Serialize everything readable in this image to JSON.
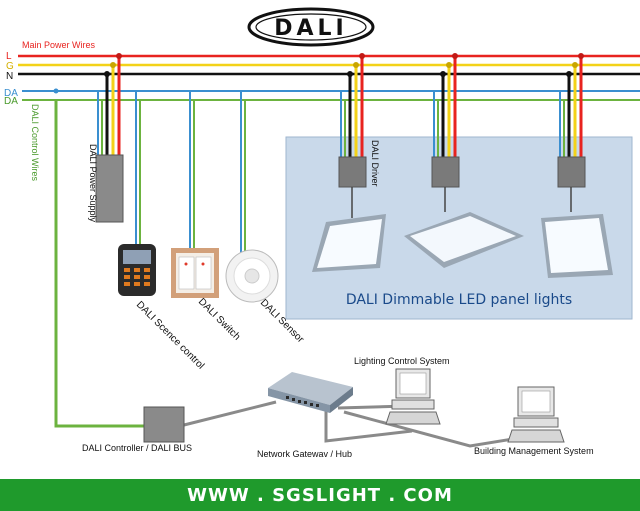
{
  "logo": {
    "text": "DALI"
  },
  "wires": {
    "main_power": "Main Power Wires",
    "L": "L",
    "G": "G",
    "N": "N",
    "DA1": "DA",
    "DA2": "DA",
    "control": "DALI Control Wires"
  },
  "components": {
    "power_supply": "DALI Power Supply",
    "scene_control": "DALI Scence control",
    "switch": "DALI Switch",
    "sensor": "DALI Sensor",
    "driver": "DALI Driver",
    "panel_lights": "DALI Dimmable LED panel lights",
    "lighting_control": "Lighting Control System",
    "controller": "DALI Controller / DALI BUS",
    "gateway": "Network Gatewav / Hub",
    "building_management": "Building Management System"
  },
  "footer": {
    "url": "WWW . SGSLIGHT . COM"
  },
  "colors": {
    "L": "#e8231f",
    "G": "#f3d218",
    "N": "#111111",
    "DA": "#6cb33f",
    "DA_blue": "#3a8fd0",
    "footer": "#1f9a2c"
  }
}
